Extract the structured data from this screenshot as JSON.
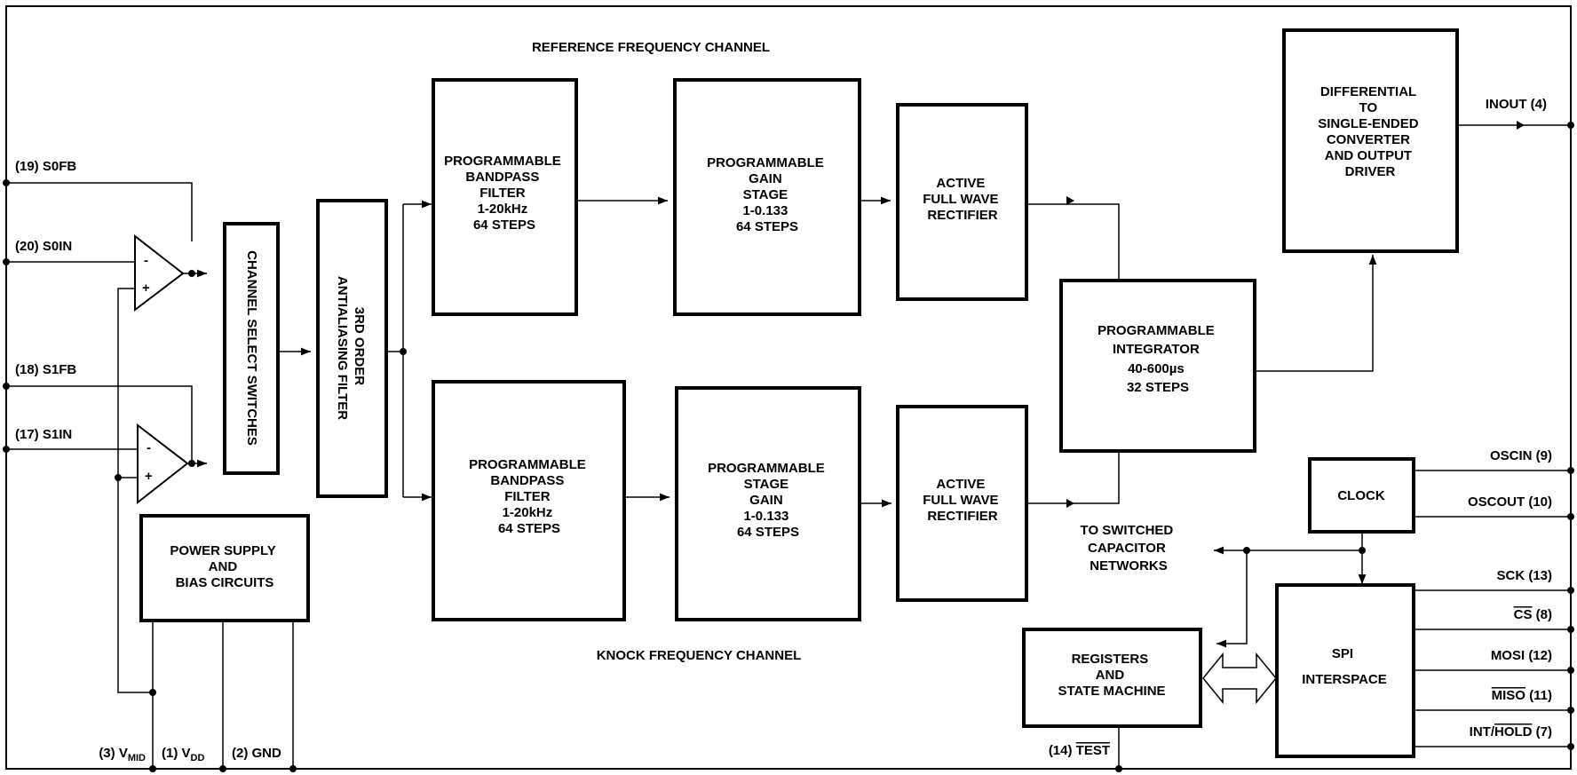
{
  "channels": {
    "reference": "REFERENCE FREQUENCY CHANNEL",
    "knock": "KNOCK FREQUENCY CHANNEL"
  },
  "blocks": {
    "channel_select": "CHANNEL SELECT SWITCHES",
    "antialias": [
      "3RD ORDER",
      "ANTIALIASING FILTER"
    ],
    "bandpass_ref": [
      "PROGRAMMABLE",
      "BANDPASS",
      "FILTER",
      "1-20kHz",
      "64 STEPS"
    ],
    "gain_ref": [
      "PROGRAMMABLE",
      "GAIN",
      "STAGE",
      "1-0.133",
      "64 STEPS"
    ],
    "rect_ref": [
      "ACTIVE",
      "FULL WAVE",
      "RECTIFIER"
    ],
    "bandpass_knock": [
      "PROGRAMMABLE",
      "BANDPASS",
      "FILTER",
      "1-20kHz",
      "64 STEPS"
    ],
    "gain_knock": [
      "PROGRAMMABLE",
      "STAGE",
      "GAIN",
      "1-0.133",
      "64 STEPS"
    ],
    "rect_knock": [
      "ACTIVE",
      "FULL WAVE",
      "RECTIFIER"
    ],
    "integrator": [
      "PROGRAMMABLE",
      "INTEGRATOR",
      "40-600µs",
      "32 STEPS"
    ],
    "converter": [
      "DIFFERENTIAL",
      "TO",
      "SINGLE-ENDED",
      "CONVERTER",
      "AND OUTPUT",
      "DRIVER"
    ],
    "power": [
      "POWER SUPPLY",
      "AND",
      "BIAS CIRCUITS"
    ],
    "clock": "CLOCK",
    "registers": [
      "REGISTERS",
      "AND",
      "STATE MACHINE"
    ],
    "spi": [
      "SPI",
      "INTERSPACE"
    ]
  },
  "notes": {
    "switched_cap": [
      "TO SWITCHED",
      "CAPACITOR",
      "NETWORKS"
    ]
  },
  "amp_signs": {
    "minus": "-",
    "plus": "+"
  },
  "pins": {
    "s0fb": "(19) S0FB",
    "s0in": "(20) S0IN",
    "s1fb": "(18) S1FB",
    "s1in": "(17) S1IN",
    "vmid": {
      "text": "(3) V",
      "sub": "MID"
    },
    "vdd": {
      "text": "(1) V",
      "sub": "DD"
    },
    "gnd": "(2) GND",
    "test": {
      "prefix": "(14) ",
      "over": "TEST"
    },
    "inout": "INOUT (4)",
    "oscin": "OSCIN (9)",
    "oscout": "OSCOUT (10)",
    "sck": "SCK (13)",
    "cs": {
      "over": "CS",
      "suffix": " (8)"
    },
    "mosi": "MOSI (12)",
    "miso": {
      "over": "MISO",
      "suffix": " (11)"
    },
    "inthold": {
      "prefix": "INT/",
      "over": "HOLD",
      "suffix": " (7)"
    }
  }
}
